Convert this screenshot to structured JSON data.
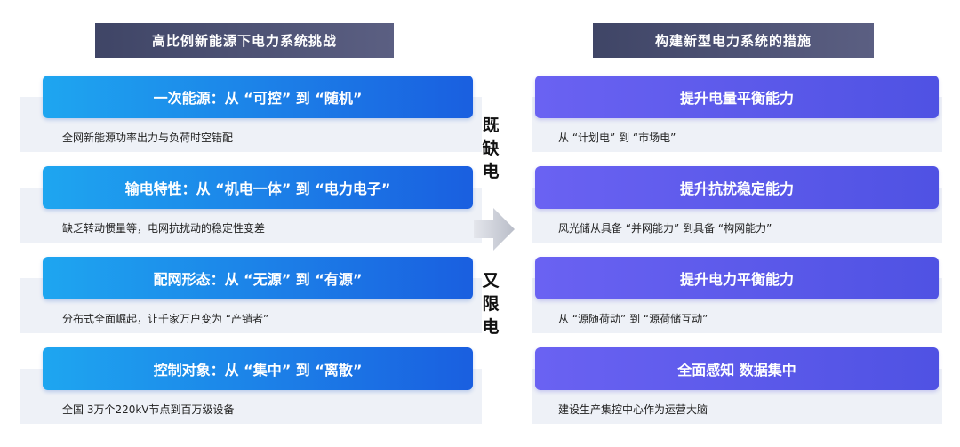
{
  "left": {
    "header": "高比例新能源下电力系统挑战",
    "items": [
      {
        "title": "一次能源：从 “可控” 到 “随机”",
        "desc": "全网新能源功率出力与负荷时空错配"
      },
      {
        "title": "输电特性：从 “机电一体” 到 “电力电子”",
        "desc": "缺乏转动惯量等，电网抗扰动的稳定性变差"
      },
      {
        "title": "配网形态：从 “无源” 到 “有源”",
        "desc": "分布式全面崛起，让千家万户变为 “产销者”"
      },
      {
        "title": "控制对象：从 “集中” 到 “离散”",
        "desc": "全国 3万个220kV节点到百万级设备"
      }
    ]
  },
  "right": {
    "header": "构建新型电力系统的措施",
    "items": [
      {
        "title": "提升电量平衡能力",
        "desc": "从 “计划电” 到 “市场电”"
      },
      {
        "title": "提升抗扰稳定能力",
        "desc": "风光储从具备 “并网能力” 到具备 “构网能力”"
      },
      {
        "title": "提升电力平衡能力",
        "desc": "从 “源随荷动” 到 “源荷储互动”"
      },
      {
        "title": "全面感知 数据集中",
        "desc": "建设生产集控中心作为运营大脑"
      }
    ]
  },
  "middle": {
    "top_chars": [
      "既",
      "缺",
      "电"
    ],
    "bottom_chars": [
      "又",
      "限",
      "电"
    ]
  },
  "colors": {
    "header": "#4a4f72",
    "left_banner_start": "#1ea6f0",
    "left_banner_end": "#1a5fe0",
    "right_banner_start": "#6a62f2",
    "right_banner_end": "#4f52e3",
    "desc_bg": "#eef1f7"
  }
}
